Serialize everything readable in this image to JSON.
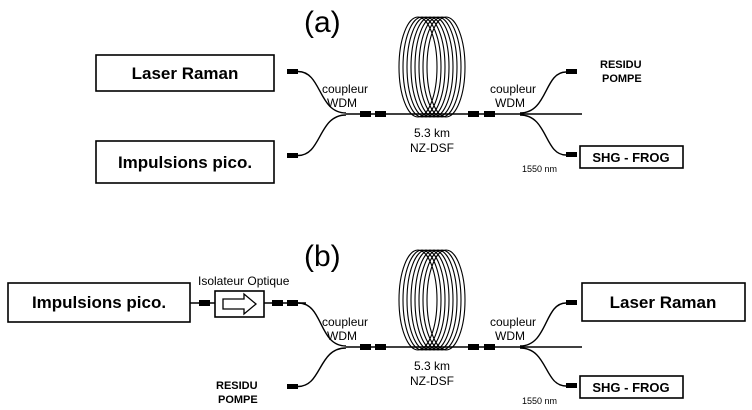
{
  "panel_a": {
    "label": "(a)",
    "source_top": "Laser Raman",
    "source_bottom": "Impulsions pico.",
    "coupler_left": [
      "coupleur",
      "WDM"
    ],
    "coupler_right": [
      "coupleur",
      "WDM"
    ],
    "fiber": [
      "5.3 km",
      "NZ-DSF"
    ],
    "output_top": [
      "RESIDU",
      "POMPE"
    ],
    "output_bottom": "SHG - FROG",
    "wavelength": "1550 nm"
  },
  "panel_b": {
    "label": "(b)",
    "source": "Impulsions pico.",
    "isolator": "Isolateur Optique",
    "coupler_left": [
      "coupleur",
      "WDM"
    ],
    "coupler_right": [
      "coupleur",
      "WDM"
    ],
    "fiber": [
      "5.3 km",
      "NZ-DSF"
    ],
    "residue": [
      "RESIDU",
      "POMPE"
    ],
    "output_top": "Laser Raman",
    "output_bottom": "SHG - FROG",
    "wavelength": "1550 nm"
  }
}
